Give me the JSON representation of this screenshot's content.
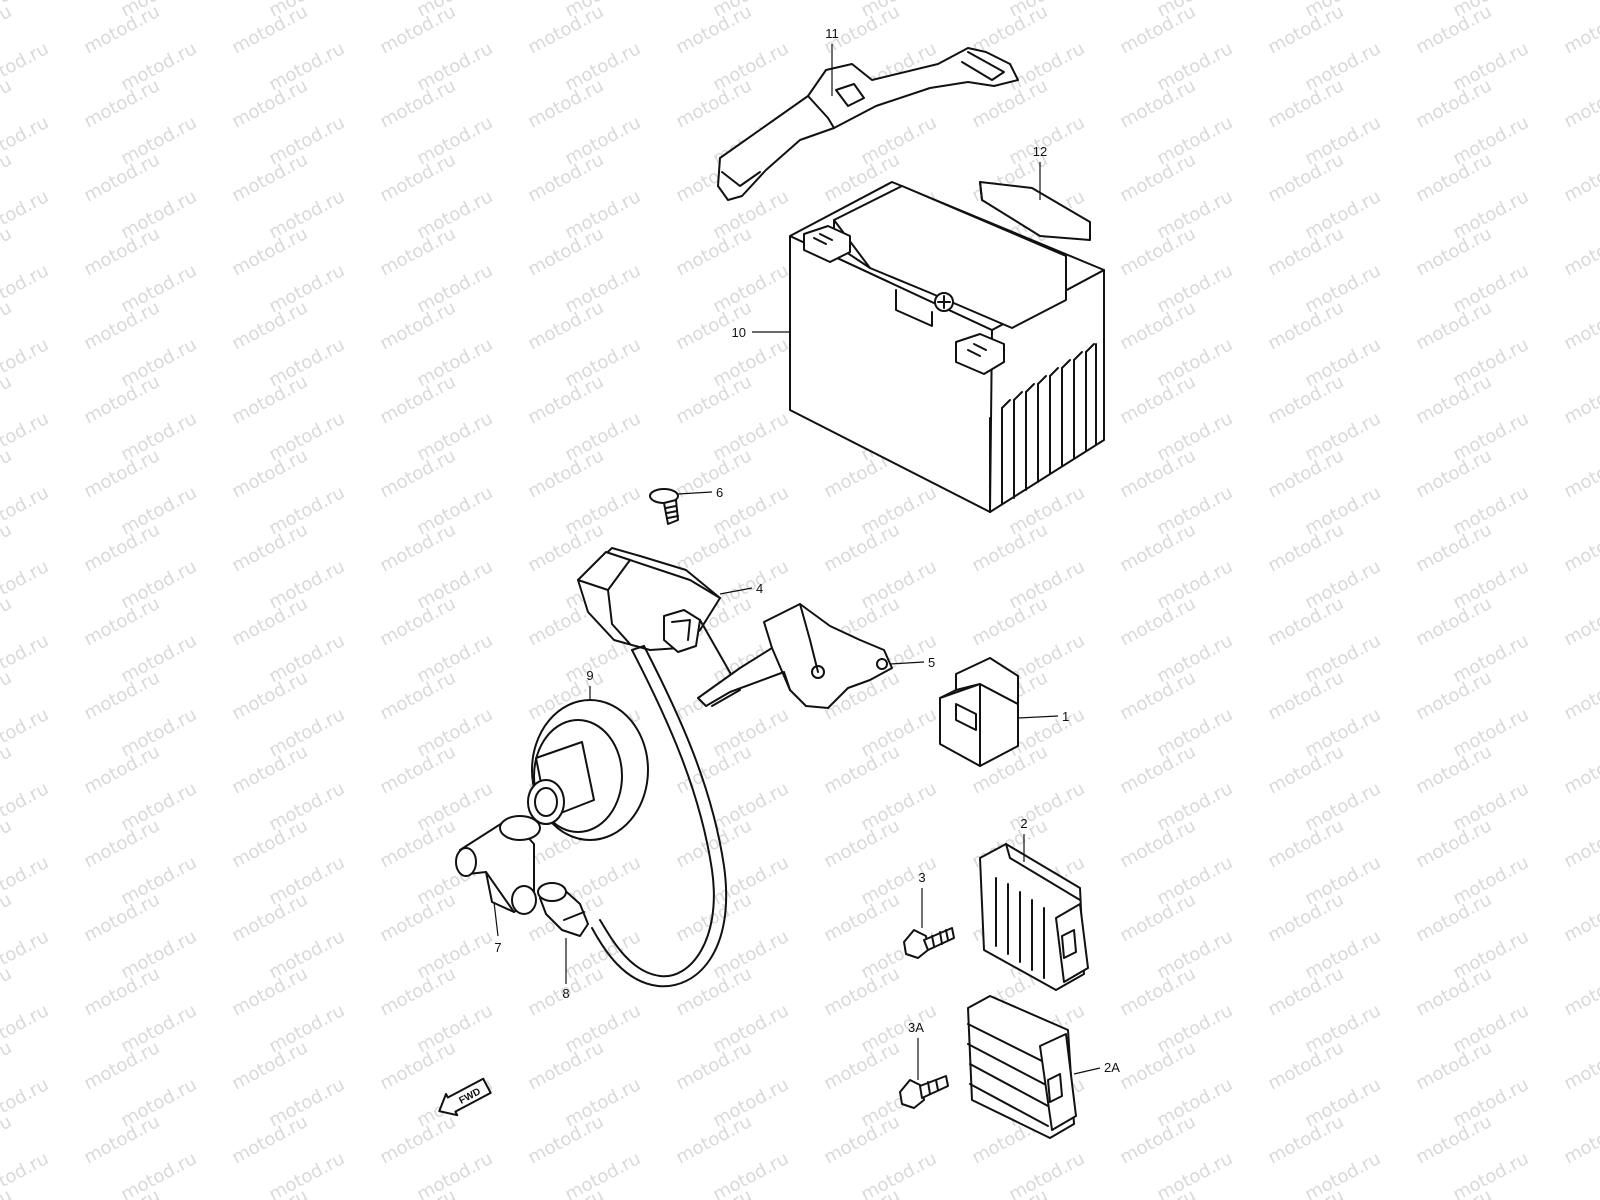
{
  "watermark": {
    "text": "motod.ru"
  },
  "colors": {
    "background": "#ffffff",
    "ink": "#111111",
    "watermark": "#d9d9d9"
  },
  "callouts": {
    "c1": "1",
    "c2": "2",
    "c2a": "2A",
    "c3": "3",
    "c3a": "3A",
    "c4": "4",
    "c5": "5",
    "c6": "6",
    "c7": "7",
    "c8": "8",
    "c9": "9",
    "c10": "10",
    "c11": "11",
    "c12": "12"
  },
  "direction_badge": {
    "label": "FWD"
  }
}
